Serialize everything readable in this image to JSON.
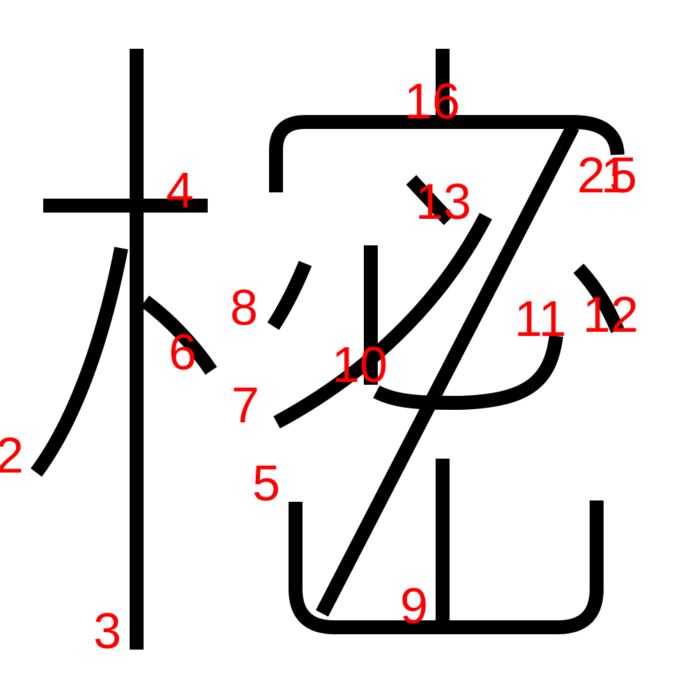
{
  "colors": {
    "stroke": "#000000",
    "label": "#ff0000",
    "background": "#ffffff"
  },
  "labels": [
    "2",
    "3",
    "4",
    "5",
    "6",
    "7",
    "8",
    "9",
    "10",
    "11",
    "12",
    "13",
    "16",
    "2",
    "1",
    "5"
  ]
}
